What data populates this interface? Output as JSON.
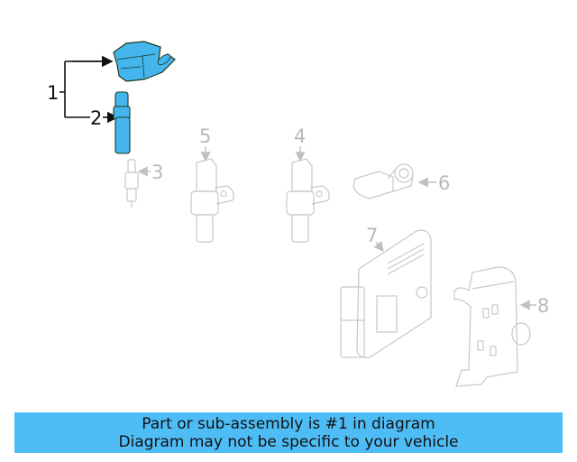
{
  "diagram": {
    "highlight_color": "#45b5ee",
    "ghost_color": "#c8c8c8",
    "callouts": [
      {
        "number": "1",
        "part": "ignition-coil-assembly",
        "highlighted": true
      },
      {
        "number": "2",
        "part": "coil-boot",
        "highlighted": true
      },
      {
        "number": "3",
        "part": "spark-plug",
        "highlighted": false
      },
      {
        "number": "4",
        "part": "sensor",
        "highlighted": false
      },
      {
        "number": "5",
        "part": "sensor",
        "highlighted": false
      },
      {
        "number": "6",
        "part": "sensor",
        "highlighted": false
      },
      {
        "number": "7",
        "part": "control-module",
        "highlighted": false
      },
      {
        "number": "8",
        "part": "bracket",
        "highlighted": false
      }
    ]
  },
  "banner": {
    "line1": "Part or sub-assembly is #1 in diagram",
    "line2": "Diagram may not be specific to your vehicle",
    "background": "#4fbdf5"
  }
}
